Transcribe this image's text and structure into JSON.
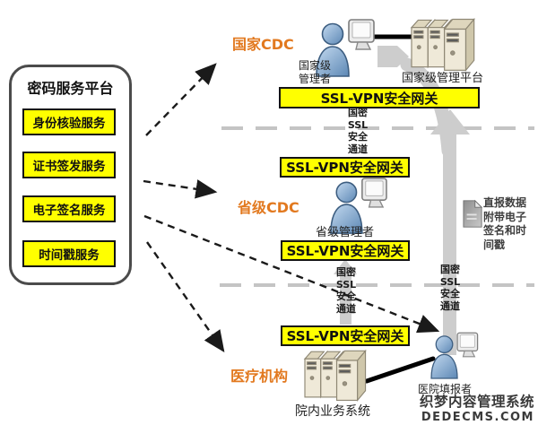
{
  "colors": {
    "accent_orange": "#e2791f",
    "box_yellow": "#ffff00",
    "gray_arrow": "#cdcdcd",
    "line_black": "#1a1a1a"
  },
  "platform": {
    "title": "密码服务平台",
    "services": [
      {
        "label": "身份核验服务"
      },
      {
        "label": "证书签发服务"
      },
      {
        "label": "电子签名服务"
      },
      {
        "label": "时间戳服务"
      }
    ]
  },
  "gateway_label": "SSL-VPN安全网关",
  "channel": {
    "lines": [
      "国密",
      "SSL",
      "安全",
      "通道"
    ]
  },
  "national": {
    "title": "国家CDC",
    "admin_line1": "国家级",
    "admin_line2": "管理者",
    "platform_label": "国家级管理平台"
  },
  "provincial": {
    "title": "省级CDC",
    "admin_label": "省级管理者"
  },
  "hospital": {
    "title": "医疗机构",
    "system_label": "院内业务系统",
    "reporter_label": "医院填报者"
  },
  "report_note": {
    "lines": [
      "直报数据",
      "附带电子",
      "签名和时",
      "间戳"
    ]
  },
  "watermark": {
    "line1": "织梦内容管理系统",
    "line2": "DEDECMS.COM"
  }
}
